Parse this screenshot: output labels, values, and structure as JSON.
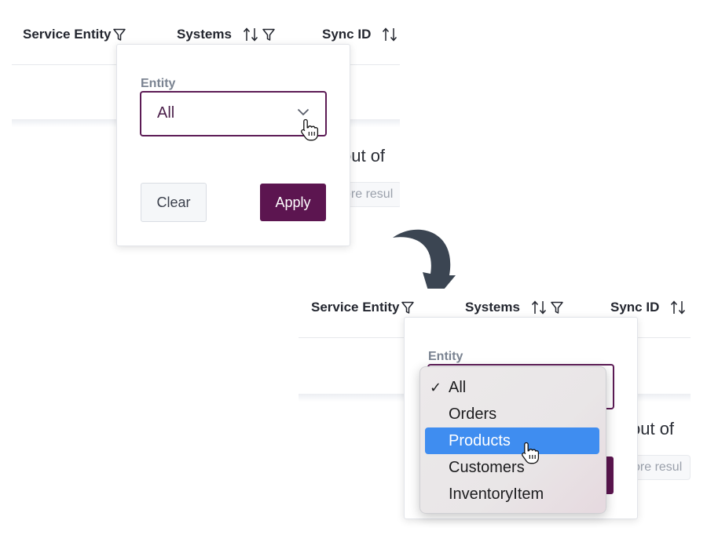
{
  "columns": {
    "service_entity": "Service Entity",
    "systems": "Systems",
    "sync_id": "Sync ID"
  },
  "background": {
    "partial_count_text": "out of",
    "partial_more_text": "ore resul"
  },
  "filter": {
    "field_label": "Entity",
    "selected_value": "All",
    "clear_label": "Clear",
    "apply_label": "Apply"
  },
  "dropdown": {
    "check_glyph": "✓",
    "options": [
      "All",
      "Orders",
      "Products",
      "Customers",
      "InventoryItem"
    ],
    "checked_option": "All",
    "highlighted_option": "Products"
  },
  "colors": {
    "accent": "#5c1550",
    "highlight": "#3f8df0",
    "label": "#7a8391"
  },
  "icons": [
    "filter-icon",
    "sort-icon",
    "chevron-down-icon",
    "hand-cursor-icon",
    "curved-arrow-icon"
  ]
}
